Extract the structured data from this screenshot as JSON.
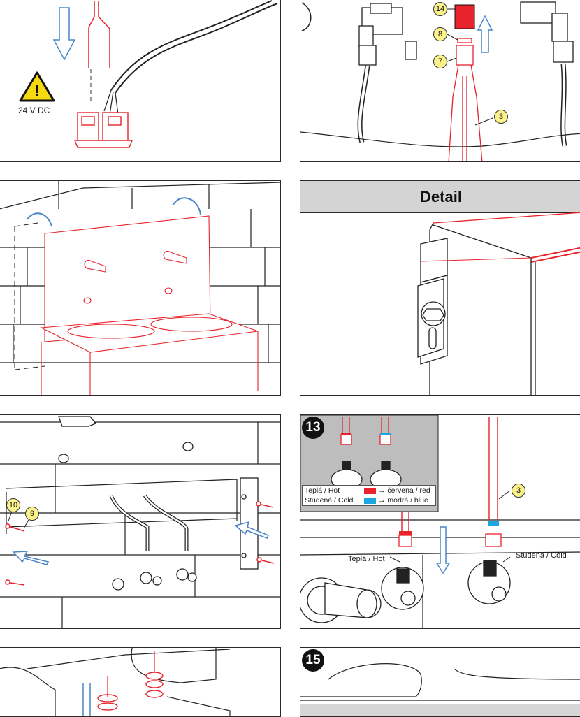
{
  "panel1": {
    "voltage_label": "24 V DC"
  },
  "panel2": {
    "callouts": [
      "14",
      "8",
      "7",
      "3"
    ]
  },
  "panel4": {
    "title": "Detail"
  },
  "panel5": {
    "callouts": [
      "10",
      "9"
    ]
  },
  "panel6": {
    "step": "13",
    "legend": {
      "hot_label": "Teplá / Hot",
      "hot_arrow": "→ červená / red",
      "cold_label": "Studená / Cold",
      "cold_arrow": "→ modrá / blue"
    },
    "callout": "3",
    "hot_valve_label": "Teplá / Hot",
    "cold_valve_label": "Studená / Cold"
  },
  "panel8": {
    "step": "15"
  },
  "colors": {
    "red": "#e8232b",
    "blue": "#1aa7e1",
    "callout": "#fbf28a",
    "arrow": "#4a86c8"
  }
}
